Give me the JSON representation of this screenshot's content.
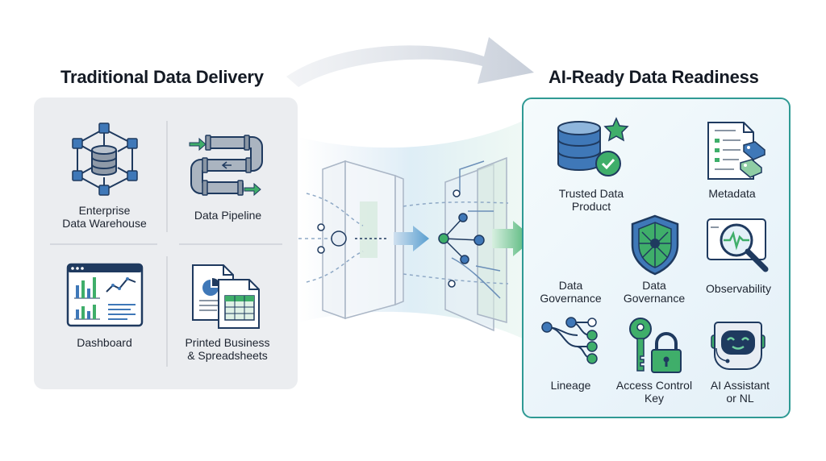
{
  "left": {
    "title": "Traditional Data Delivery",
    "items": [
      {
        "label_line1": "Enterprise",
        "label_line2": "Data Warehouse"
      },
      {
        "label_line1": "Data Pipeline",
        "label_line2": ""
      },
      {
        "label_line1": "Dashboard",
        "label_line2": ""
      },
      {
        "label_line1": "Printed Business",
        "label_line2": "& Spreadsheets"
      }
    ]
  },
  "right": {
    "title": "AI-Ready Data Readiness",
    "items": [
      {
        "label_line1": "Trusted Data",
        "label_line2": "Product"
      },
      {
        "label_line1": "Metadata",
        "label_line2": ""
      },
      {
        "label_line1": "Data",
        "label_line2": "Governance"
      },
      {
        "label_line1": "Data",
        "label_line2": "Governance"
      },
      {
        "label_line1": "Observability",
        "label_line2": ""
      },
      {
        "label_line1": "Lineage",
        "label_line2": ""
      },
      {
        "label_line1": "Access Control",
        "label_line2": "Key"
      },
      {
        "label_line1": "AI Assistant",
        "label_line2": "or NL"
      }
    ]
  },
  "colors": {
    "navy": "#1f3a5f",
    "blue": "#3f78b8",
    "teal": "#2f9a94",
    "green": "#3fae6a",
    "panel_gray": "#ebedf0"
  }
}
